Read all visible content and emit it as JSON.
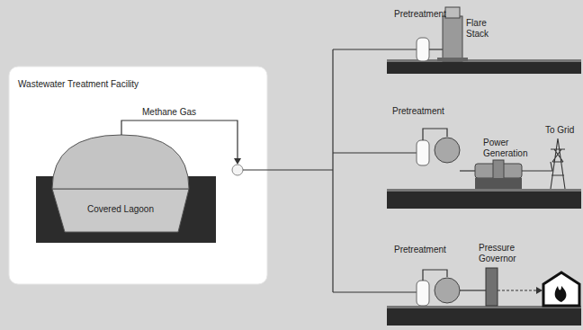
{
  "diagram": {
    "nodes": [
      {
        "text": [
          "Wastewater Treatment Facility"
        ]
      },
      {
        "text": [
          "Covered Lagoon"
        ],
        "in": 0
      }
    ],
    "labels": [
      "Methane Gas",
      "Pretreatment",
      "Flare Stack",
      "Pretreatment",
      "Power Generation",
      "To Grid",
      "Pretreatment",
      "Pressure Governor"
    ]
  }
}
